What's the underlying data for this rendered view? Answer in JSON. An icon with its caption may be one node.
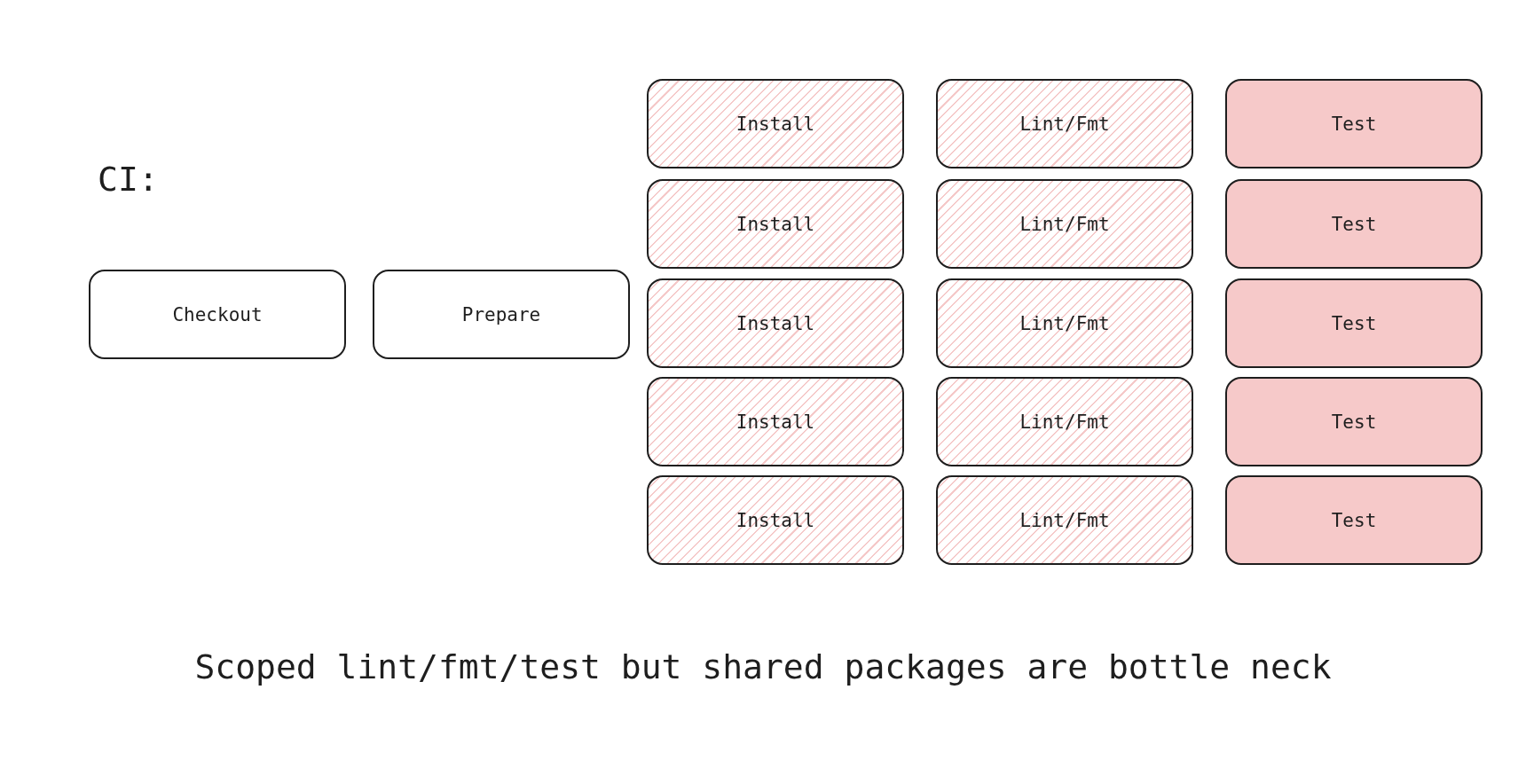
{
  "diagram": {
    "caption": "Scoped lint/fmt/test but shared packages are bottle neck",
    "nodes": [
      {
        "text": [
          "Checkout"
        ]
      },
      {
        "text": [
          "Prepare"
        ]
      },
      {
        "text": [
          "Install"
        ]
      },
      {
        "text": [
          "Install"
        ]
      },
      {
        "text": [
          "Install"
        ]
      },
      {
        "text": [
          "Install"
        ]
      },
      {
        "text": [
          "Install"
        ]
      },
      {
        "text": [
          "Lint/Fmt"
        ]
      },
      {
        "text": [
          "Lint/Fmt"
        ]
      },
      {
        "text": [
          "Lint/Fmt"
        ]
      },
      {
        "text": [
          "Lint/Fmt"
        ]
      },
      {
        "text": [
          "Lint/Fmt"
        ]
      },
      {
        "text": [
          "Test"
        ]
      },
      {
        "text": [
          "Test"
        ]
      },
      {
        "text": [
          "Test"
        ]
      },
      {
        "text": [
          "Test"
        ]
      },
      {
        "text": [
          "Test"
        ]
      }
    ],
    "labels": [
      "CI:"
    ]
  }
}
